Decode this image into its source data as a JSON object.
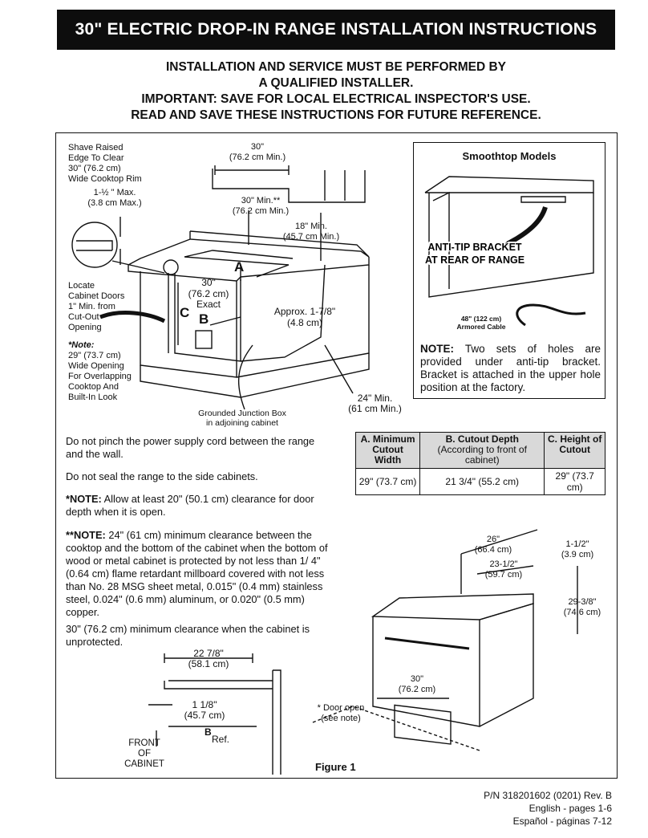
{
  "header": {
    "title": "30\" ELECTRIC DROP-IN RANGE INSTALLATION INSTRUCTIONS"
  },
  "warning": {
    "line1": "INSTALLATION AND SERVICE MUST BE PERFORMED BY",
    "line2": "A QUALIFIED INSTALLER.",
    "line3": "IMPORTANT: SAVE FOR LOCAL ELECTRICAL INSPECTOR'S USE.",
    "line4": "READ AND SAVE THESE INSTRUCTIONS FOR FUTURE REFERENCE."
  },
  "main_diagram": {
    "shave_edge": [
      "Shave Raised",
      "Edge To Clear",
      "30\" (76.2 cm)",
      "Wide Cooktop Rim"
    ],
    "max_height": [
      "1-½ \" Max.",
      "(3.8 cm Max.)"
    ],
    "width_top": [
      "30\"",
      "(76.2 cm Min.)"
    ],
    "min_clear": [
      "30\" Min.**",
      "(76.2 cm Min.)"
    ],
    "depth_min": [
      "18\" Min.",
      "(45.7 cm Min.)"
    ],
    "locate_doors": [
      "Locate",
      "Cabinet Doors",
      "1\" Min. from",
      "Cut-Out",
      "Opening"
    ],
    "note_star": [
      "*Note:",
      "29\" (73.7 cm)",
      "Wide Opening",
      "For Overlapping",
      "Cooktop And",
      "Built-In Look"
    ],
    "exact_width": [
      "30\"",
      "(76.2 cm)",
      "Exact"
    ],
    "approx": [
      "Approx. 1-7/8\"",
      "(4.8 cm)"
    ],
    "junction_box": [
      "Grounded Junction Box",
      "in adjoining cabinet"
    ],
    "cabinet_min": [
      "24\" Min.",
      "(61 cm Min.)"
    ],
    "letters": {
      "a": "A",
      "b": "B",
      "c": "C"
    }
  },
  "smoothtop": {
    "title": "Smoothtop Models",
    "anti_tip": [
      "ANTI-TIP BRACKET",
      "AT REAR OF RANGE"
    ],
    "cable": [
      "48\" (122 cm)",
      "Armored Cable"
    ],
    "note_label": "NOTE:",
    "note_text": " Two sets of holes are provided under anti-tip bracket. Bracket is attached in the upper hole position at the factory."
  },
  "body": {
    "pinch": "Do not pinch the power supply cord between the range and the wall.",
    "seal": "Do not seal the range to the side cabinets.",
    "note1_label": "*NOTE:",
    "note1_text": " Allow at least 20\" (50.1 cm) clearance for door depth when it is open.",
    "note2_label": "**NOTE:",
    "note2_text": " 24\" (61 cm) minimum clearance between the cooktop and the bottom of the cabinet when the bottom of wood or metal cabinet is protected by not less than 1/ 4\" (0.64 cm) flame retardant millboard covered with not less than No. 28 MSG sheet metal, 0.015\" (0.4 mm) stainless steel, 0.024\" (0.6 mm) aluminum, or 0.020\" (0.5 mm) copper.",
    "unprotected": "30\" (76.2 cm) minimum clearance when the cabinet is unprotected."
  },
  "table": {
    "headers": [
      {
        "title": "A. Minimum",
        "title2": "Cutout Width",
        "sub": ""
      },
      {
        "title": "B. Cutout Depth",
        "title2": "",
        "sub": "(According to front of cabinet)"
      },
      {
        "title": "C. Height of",
        "title2": "Cutout",
        "sub": ""
      }
    ],
    "values": [
      "29\" (73.7 cm)",
      "21 3/4\" (55.2 cm)",
      "29\" (73.7 cm)"
    ]
  },
  "front_diagram": {
    "dim_top": [
      "22 7/8\"",
      "(58.1 cm)"
    ],
    "dim_mid": [
      "1 1/8\"",
      "(45.7 cm)"
    ],
    "b_ref": "B",
    "ref": "Ref.",
    "front": [
      "FRONT",
      "OF",
      "CABINET"
    ]
  },
  "range_diagram": {
    "d26": [
      "26\"",
      "(66.4 cm)"
    ],
    "d1_1_2": [
      "1-1/2\"",
      "(3.9 cm)"
    ],
    "d23": [
      "23-1/2\"",
      "(59.7 cm)"
    ],
    "d29": [
      "29-3/8\"",
      "(74.6 cm)"
    ],
    "d30": [
      "30\"",
      "(76.2 cm)"
    ],
    "door": [
      "* Door open",
      "(see note)"
    ]
  },
  "figure_label": "Figure 1",
  "footer": {
    "pn": "P/N 318201602 (0201) Rev. B",
    "english": "English - pages 1-6",
    "espanol": "Español - páginas 7-12"
  }
}
